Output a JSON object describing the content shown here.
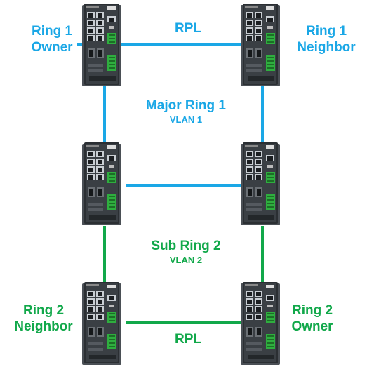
{
  "colors": {
    "major_ring": "#1aa7e6",
    "sub_ring": "#11a84a",
    "switch_body": "#2b2f33",
    "switch_front": "#3a3f44",
    "port": "#c9ced3",
    "terminal": "#2fae3f"
  },
  "labels": {
    "top_left_line1": "Ring 1",
    "top_left_line2": "Owner",
    "top_right_line1": "Ring 1",
    "top_right_line2": "Neighbor",
    "top_rpl": "RPL",
    "major_ring_title": "Major Ring 1",
    "major_ring_vlan": "VLAN 1",
    "sub_ring_title": "Sub Ring 2",
    "sub_ring_vlan": "VLAN 2",
    "bottom_left_line1": "Ring 2",
    "bottom_left_line2": "Neighbor",
    "bottom_right_line1": "Ring 2",
    "bottom_right_line2": "Owner",
    "bottom_rpl": "RPL"
  },
  "devices": [
    {
      "name": "switch-ring1-owner",
      "icon": "industrial-switch-icon"
    },
    {
      "name": "switch-ring1-neighbor",
      "icon": "industrial-switch-icon"
    },
    {
      "name": "switch-middle-left",
      "icon": "industrial-switch-icon"
    },
    {
      "name": "switch-middle-right",
      "icon": "industrial-switch-icon"
    },
    {
      "name": "switch-ring2-neighbor",
      "icon": "industrial-switch-icon"
    },
    {
      "name": "switch-ring2-owner",
      "icon": "industrial-switch-icon"
    }
  ]
}
